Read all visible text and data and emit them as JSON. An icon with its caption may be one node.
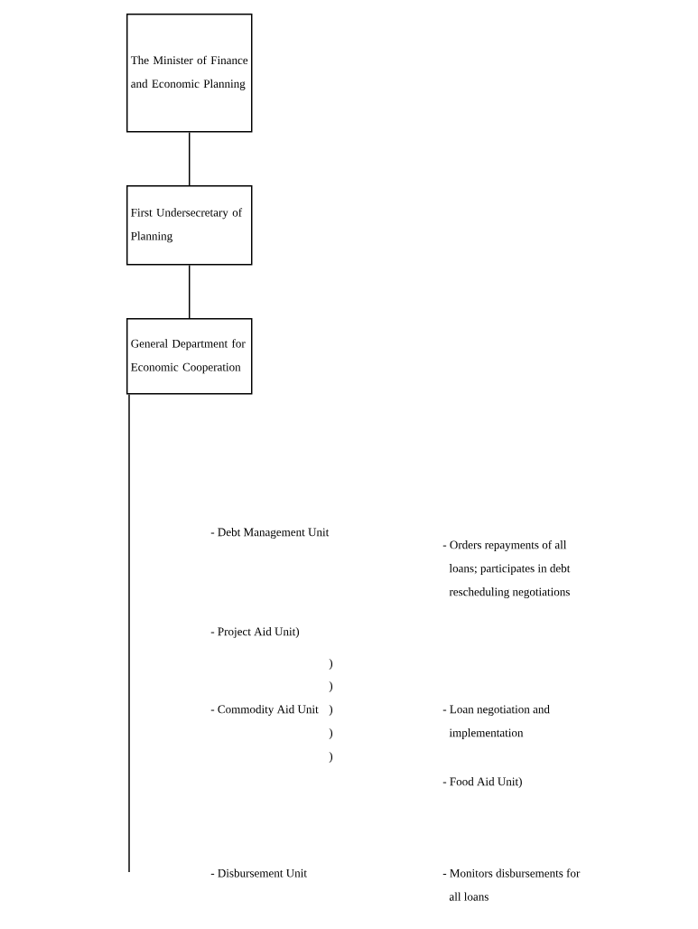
{
  "diagram": {
    "nodes": [
      {
        "text": [
          "The Minister of Finance and Economic Planning"
        ]
      },
      {
        "text": [
          "First Undersecretary of Planning"
        ]
      },
      {
        "text": [
          "General Department for Economic Cooperation"
        ]
      }
    ],
    "edges": [
      {
        "from": 0,
        "to": 1,
        "arrow": "none"
      },
      {
        "from": 1,
        "to": 2,
        "arrow": "none"
      },
      {
        "from": 2,
        "to": null,
        "arrow": "none"
      }
    ],
    "labels": [
      "- Debt Management Unit",
      "- Orders repayments of all loans; participates in debt rescheduling negotiations",
      "- Project Aid Unit)",
      ")",
      ")",
      "- Commodity Aid Unit",
      ")",
      "- Loan negotiation and implementation",
      ")",
      ")",
      "- Food Aid Unit)",
      "- Disbursement Unit",
      "- Monitors disbursements for all loans"
    ]
  }
}
